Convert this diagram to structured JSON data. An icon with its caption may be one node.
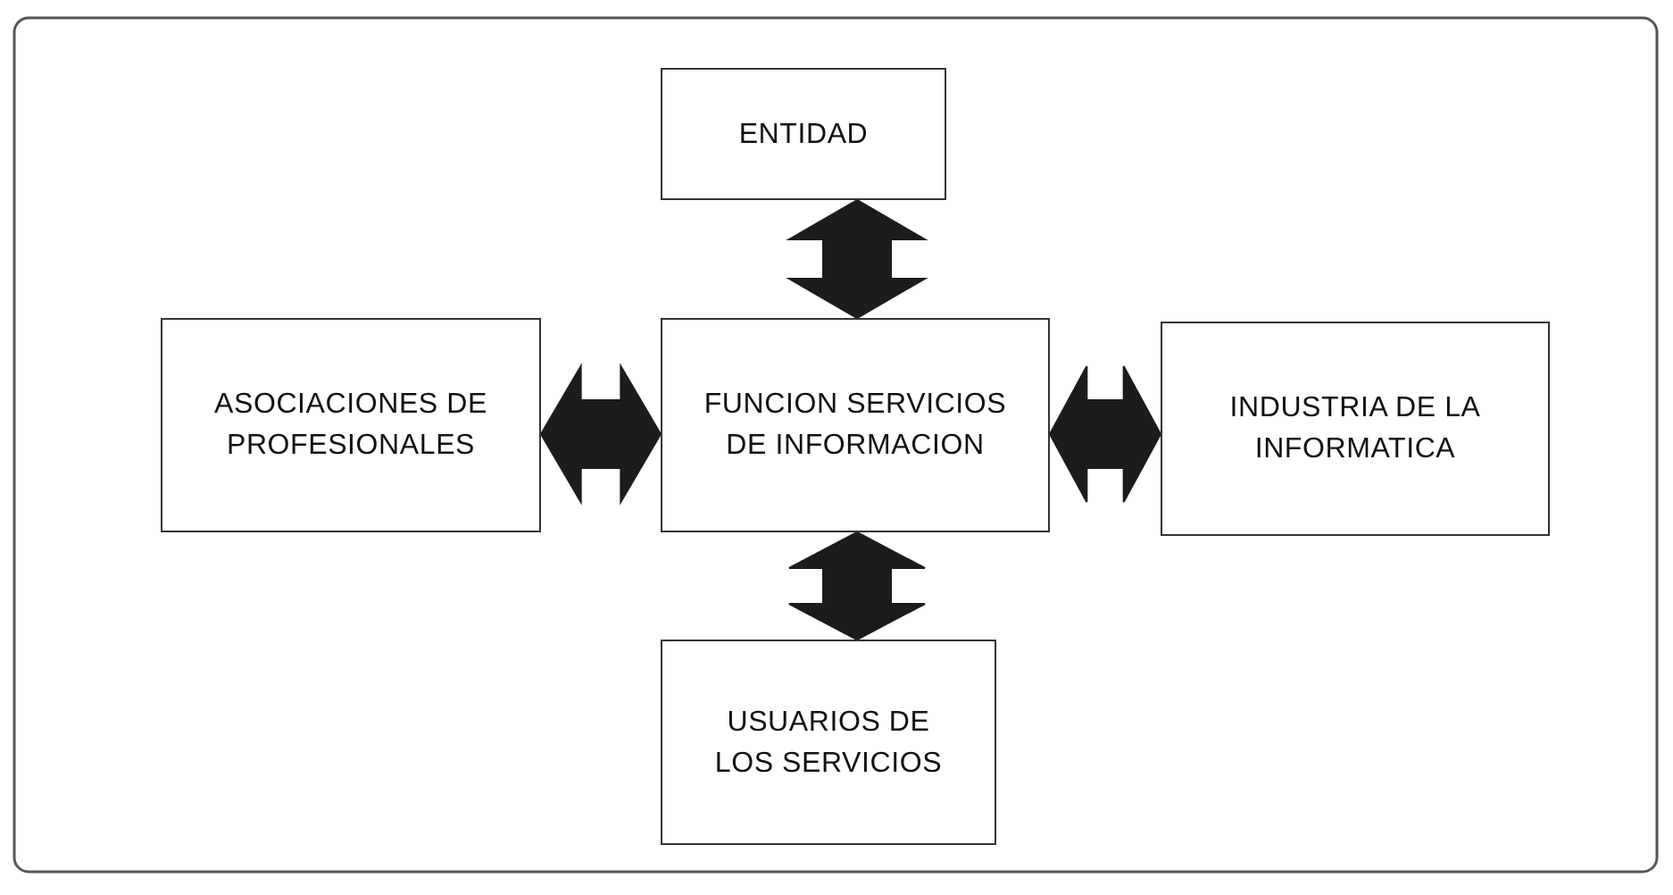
{
  "diagram": {
    "nodes": [
      {
        "text": [
          "ENTIDAD"
        ]
      },
      {
        "text": [
          "ASOCIACIONES DE PROFESIONALES"
        ]
      },
      {
        "text": [
          "FUNCION SERVICIOS DE INFORMACION"
        ]
      },
      {
        "text": [
          "INDUSTRIA DE LA INFORMATICA"
        ]
      },
      {
        "text": [
          "USUARIOS DE LOS SERVICIOS"
        ]
      }
    ],
    "edges": [
      {
        "from": 0,
        "to": 2,
        "arrow": "both",
        "style": "thick"
      },
      {
        "from": 1,
        "to": 2,
        "arrow": "both",
        "style": "thick"
      },
      {
        "from": 2,
        "to": 3,
        "arrow": "both",
        "style": "thick"
      },
      {
        "from": 2,
        "to": 4,
        "arrow": "both",
        "style": "thick"
      }
    ]
  }
}
